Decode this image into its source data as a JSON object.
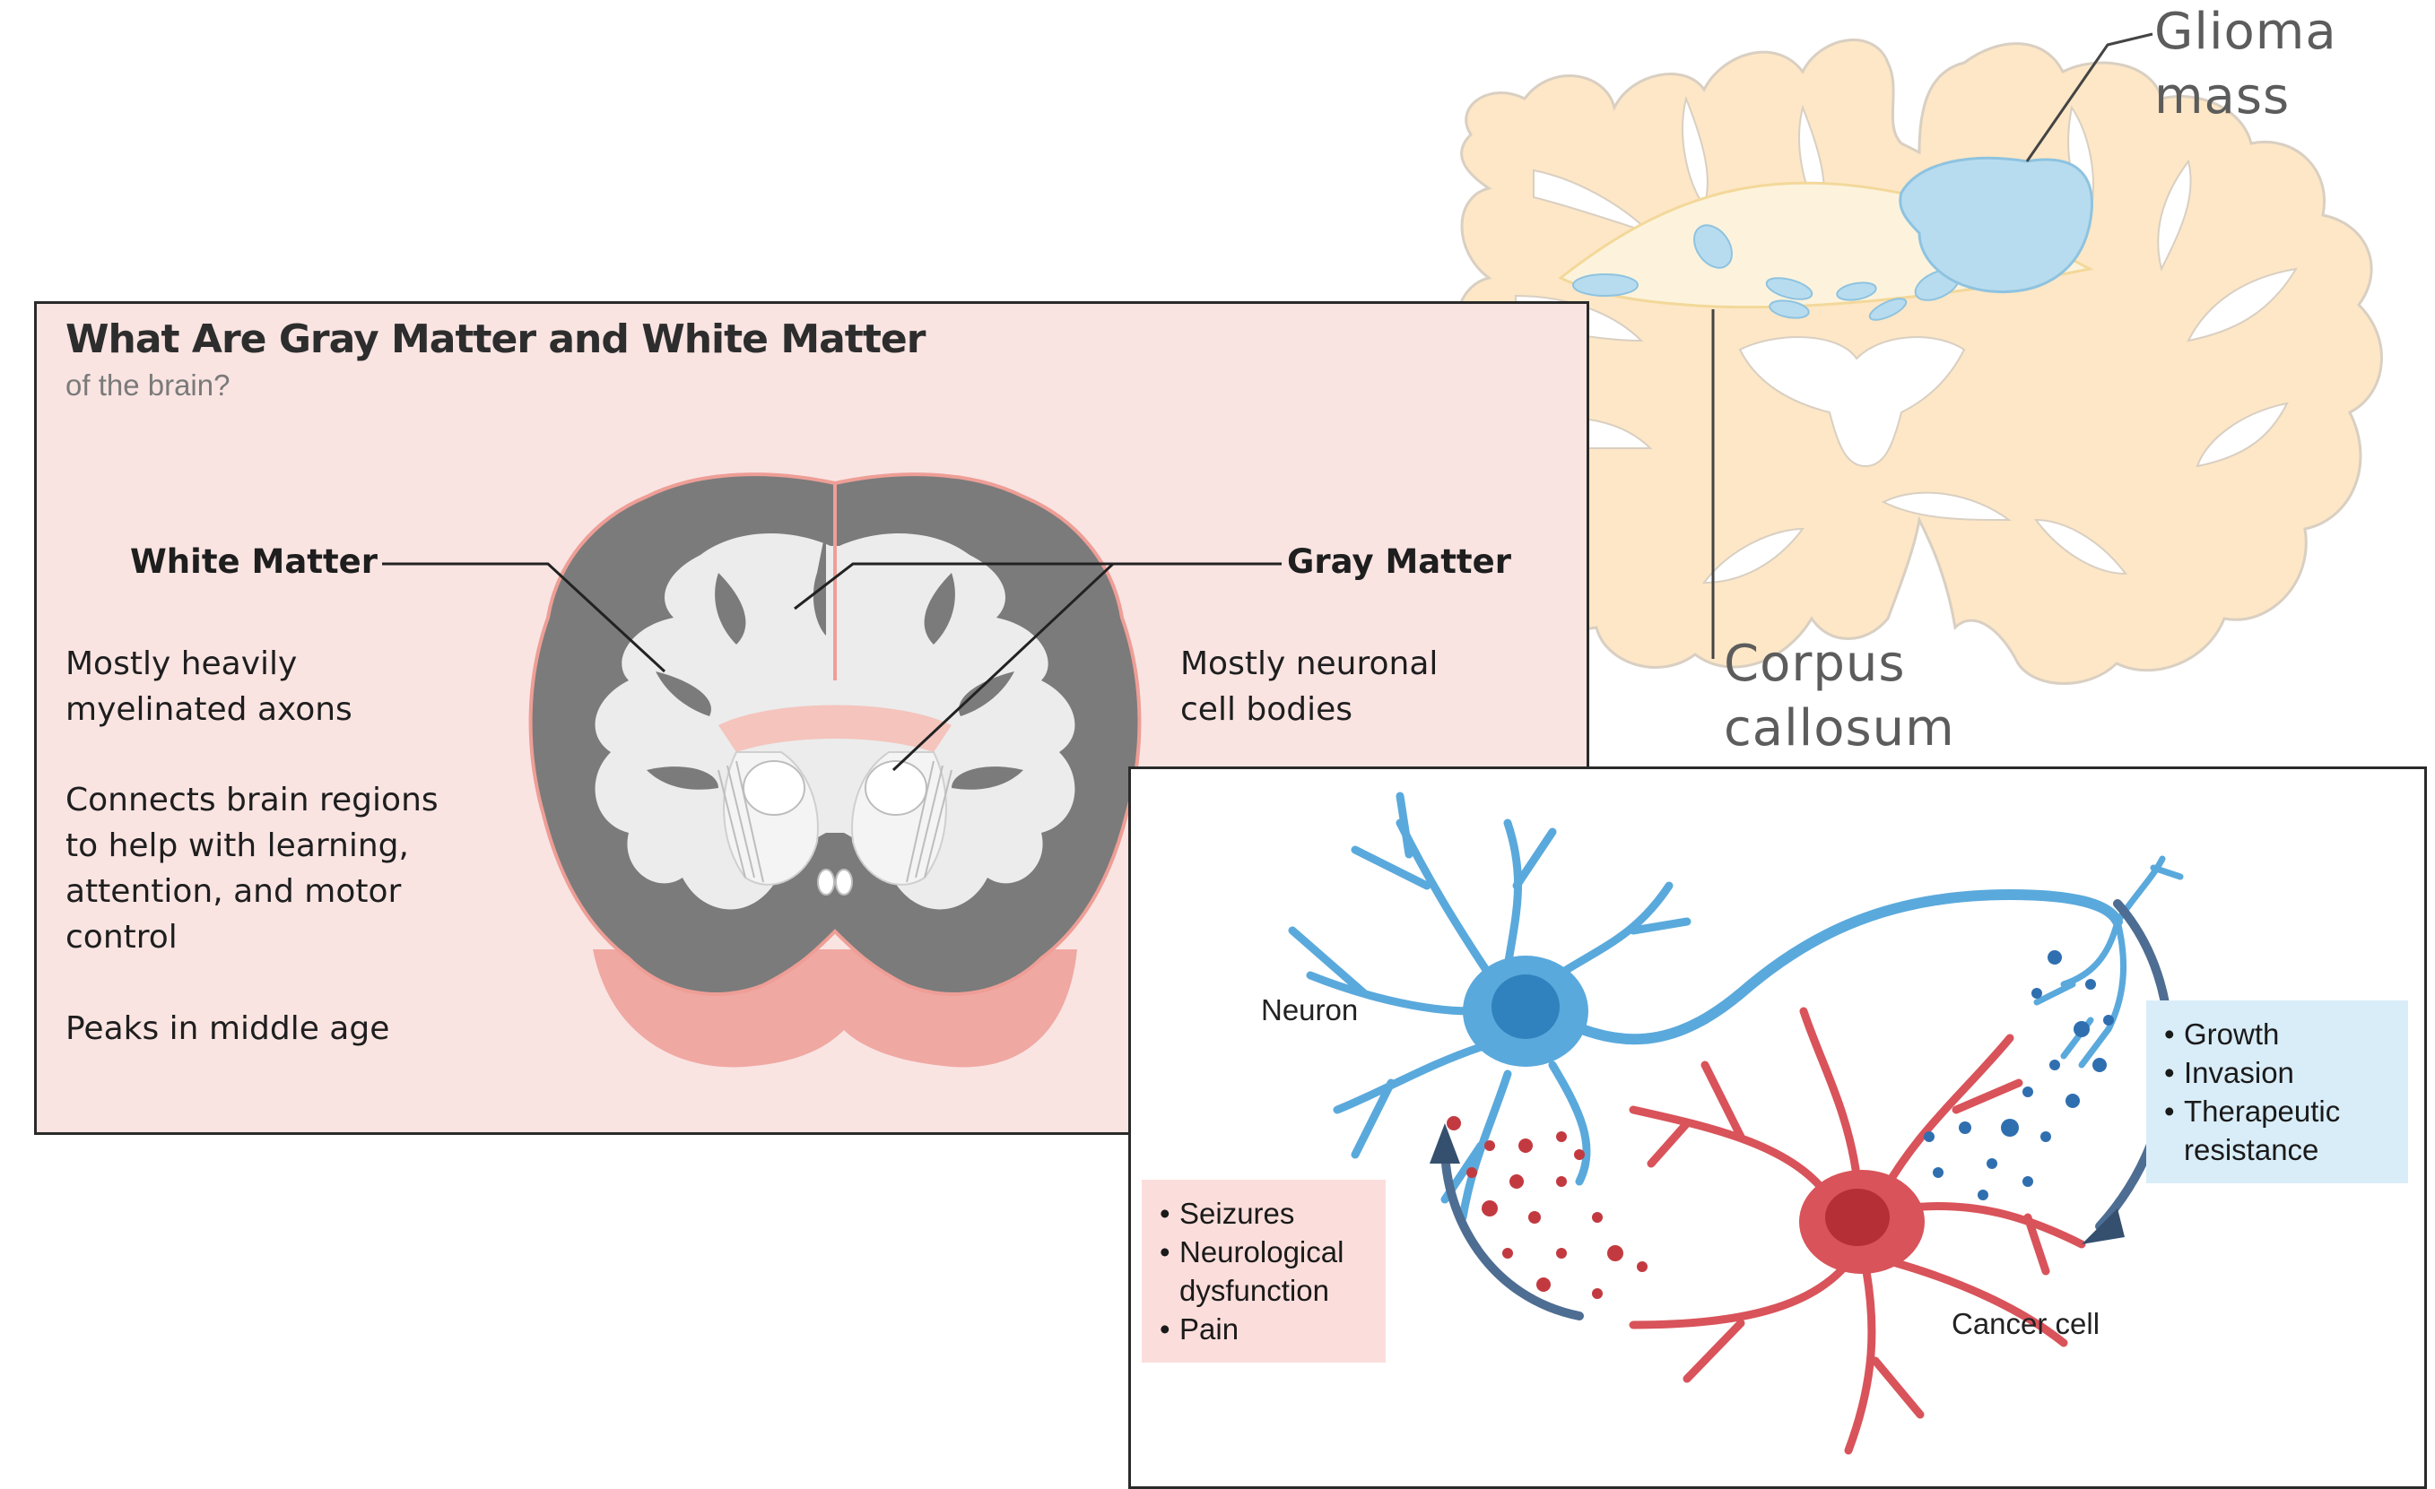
{
  "corpus_callosum_panel": {
    "glioma_label": [
      "Glioma",
      "mass"
    ],
    "corpus_callosum_label": [
      "Corpus",
      "callosum"
    ]
  },
  "gray_white_panel": {
    "title": "What Are Gray Matter and White Matter",
    "subtitle": "of the brain?",
    "white_matter": {
      "heading": "White Matter",
      "points": [
        "Mostly heavily myelinated axons",
        "Connects brain regions to help with learning, attention, and motor control",
        "Peaks in middle age"
      ]
    },
    "gray_matter": {
      "heading": "Gray Matter",
      "points": [
        "Mostly neuronal cell bodies"
      ]
    }
  },
  "neuron_cancer_panel": {
    "neuron_label": "Neuron",
    "cancer_label": "Cancer cell",
    "neuron_effects": [
      "Growth",
      "Invasion",
      "Therapeutic resistance"
    ],
    "cancer_effects": [
      "Seizures",
      "Neurological dysfunction",
      "Pain"
    ]
  },
  "colors": {
    "brain_tissue": "#fde7c6",
    "ventricle": "#b8dcef",
    "panel_pink": "#f9e4e2",
    "gray_matter": "#7a7a7a",
    "white_matter": "#ececec",
    "neuron_blue": "#5aa9dc",
    "cancer_red": "#d9535a",
    "blue_box": "#d9edf8",
    "red_box": "#fbdedb"
  }
}
